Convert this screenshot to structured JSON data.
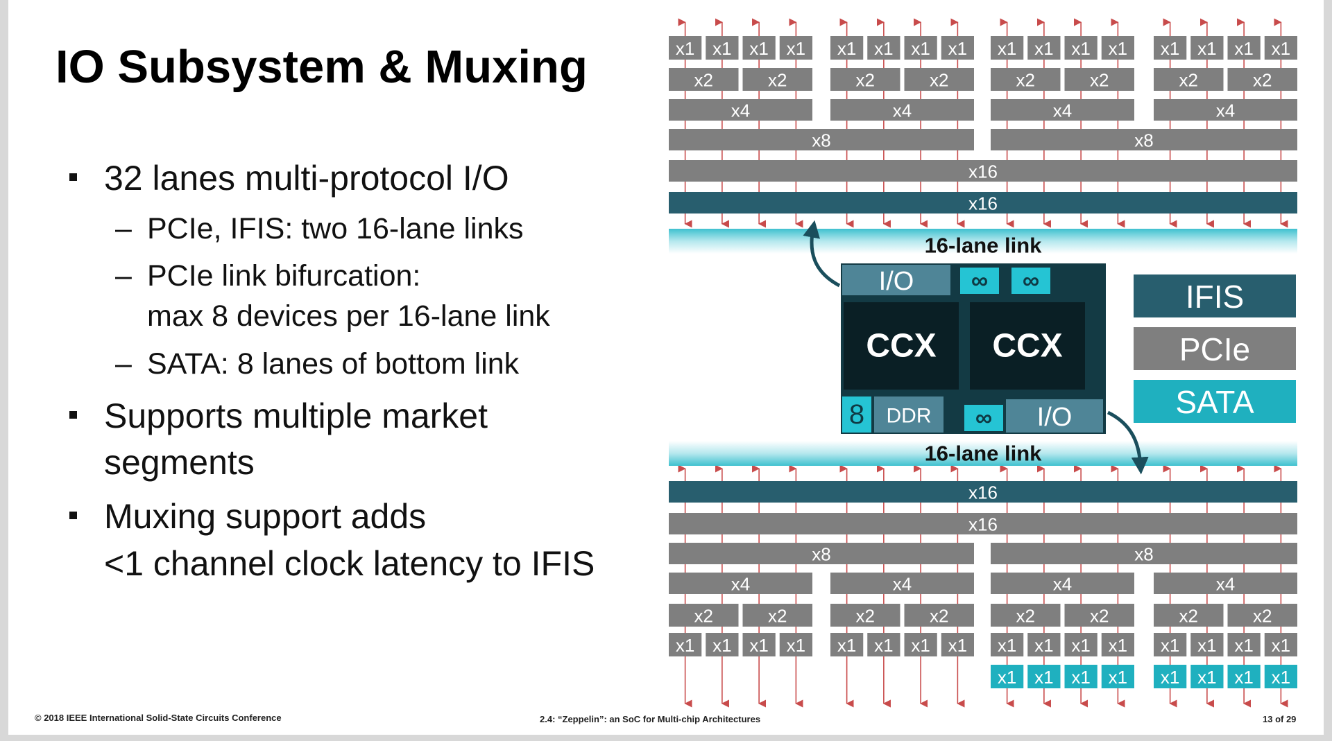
{
  "title": "IO Subsystem & Muxing",
  "bullets": [
    {
      "text": "32 lanes multi-protocol I/O",
      "subs": [
        {
          "lines": [
            "PCIe, IFIS: two 16-lane links"
          ]
        },
        {
          "lines": [
            "PCIe link bifurcation:",
            "max 8 devices per 16-lane link"
          ]
        },
        {
          "lines": [
            "SATA: 8 lanes of bottom link"
          ]
        }
      ]
    },
    {
      "lines": [
        "Supports multiple market",
        "segments"
      ]
    },
    {
      "lines": [
        "Muxing support adds",
        "<1 channel clock latency to IFIS"
      ]
    }
  ],
  "diagram": {
    "lane_labels": {
      "x1": "x1",
      "x2": "x2",
      "x4": "x4",
      "x8": "x8",
      "x16": "x16"
    },
    "link_label": "16-lane link",
    "die": {
      "io": "I/O",
      "ccx": "CCX",
      "ddr": "DDR",
      "fabric_glyph": "∞",
      "ddr_glyph": "8"
    },
    "legend": [
      {
        "label": "IFIS",
        "color": "#285e6e"
      },
      {
        "label": "PCIe",
        "color": "#7f7f7f"
      },
      {
        "label": "SATA",
        "color": "#1fb0bf"
      }
    ]
  },
  "colors": {
    "gray": "#7f7f7f",
    "teal_dark": "#285e6e",
    "cyan": "#1fb0bf",
    "black_die": "#0a1f25",
    "arrow": "#c84b4b"
  },
  "footer": {
    "left": "© 2018 IEEE International Solid-State Circuits Conference",
    "center": "2.4: “Zeppelin”: an SoC for Multi-chip Architectures",
    "right": "13 of 29"
  }
}
